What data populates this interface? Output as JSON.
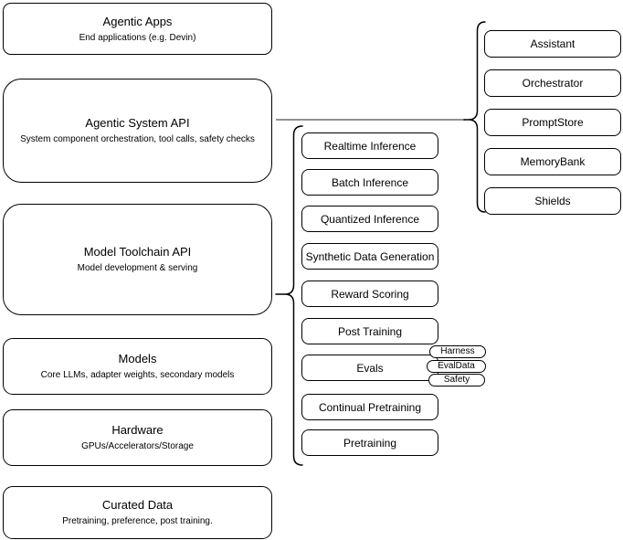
{
  "diagram": {
    "stack": [
      {
        "title": "Agentic Apps",
        "subtitle": "End applications (e.g. Devin)"
      },
      {
        "title": "Agentic System API",
        "subtitle": "System component orchestration, tool calls, safety checks"
      },
      {
        "title": "Model Toolchain API",
        "subtitle": "Model development & serving"
      },
      {
        "title": "Models",
        "subtitle": "Core LLMs, adapter weights, secondary models"
      },
      {
        "title": "Hardware",
        "subtitle": "GPUs/Accelerators/Storage"
      },
      {
        "title": "Curated Data",
        "subtitle": "Pretraining, preference, post training."
      }
    ],
    "toolchain": {
      "items": [
        "Realtime Inference",
        "Batch Inference",
        "Quantized Inference",
        "Synthetic Data Generation",
        "Reward Scoring",
        "Post Training",
        "Evals",
        "Continual Pretraining",
        "Pretraining"
      ],
      "eval_tags": [
        "Harness",
        "EvalData",
        "Safety"
      ]
    },
    "system": {
      "components": [
        "Assistant",
        "Orchestrator",
        "PromptStore",
        "MemoryBank",
        "Shields"
      ]
    },
    "colors": {
      "box_stroke": "#000000",
      "box_fill": "#ffffff",
      "connector_line": "#6e6e6e",
      "text": "#000000"
    }
  }
}
